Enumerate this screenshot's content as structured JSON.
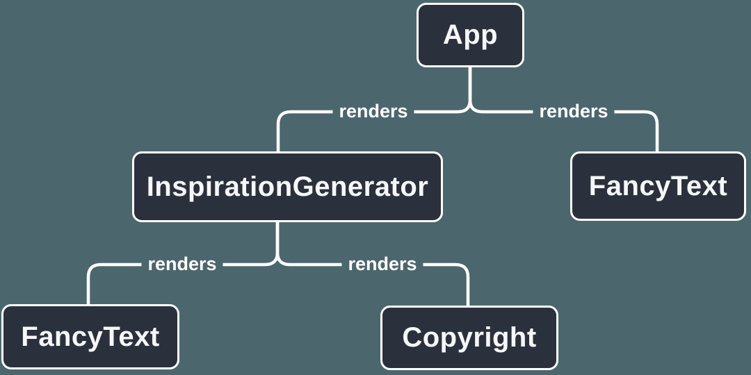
{
  "diagram": {
    "colors": {
      "background": "#4c666e",
      "node_fill": "#2b313c",
      "node_border": "#ffffff",
      "node_text": "#f6f7f9",
      "line": "#ffffff",
      "edge_label_text": "#ffffff"
    },
    "nodes": {
      "app": {
        "label": "App"
      },
      "inspiration_generator": {
        "label": "InspirationGenerator"
      },
      "fancy_text_right": {
        "label": "FancyText"
      },
      "fancy_text_left": {
        "label": "FancyText"
      },
      "copyright": {
        "label": "Copyright"
      }
    },
    "edges": {
      "app_to_inspiration_generator": {
        "label": "renders"
      },
      "app_to_fancy_text": {
        "label": "renders"
      },
      "inspiration_generator_to_fancy_text": {
        "label": "renders"
      },
      "inspiration_generator_to_copyright": {
        "label": "renders"
      }
    }
  }
}
